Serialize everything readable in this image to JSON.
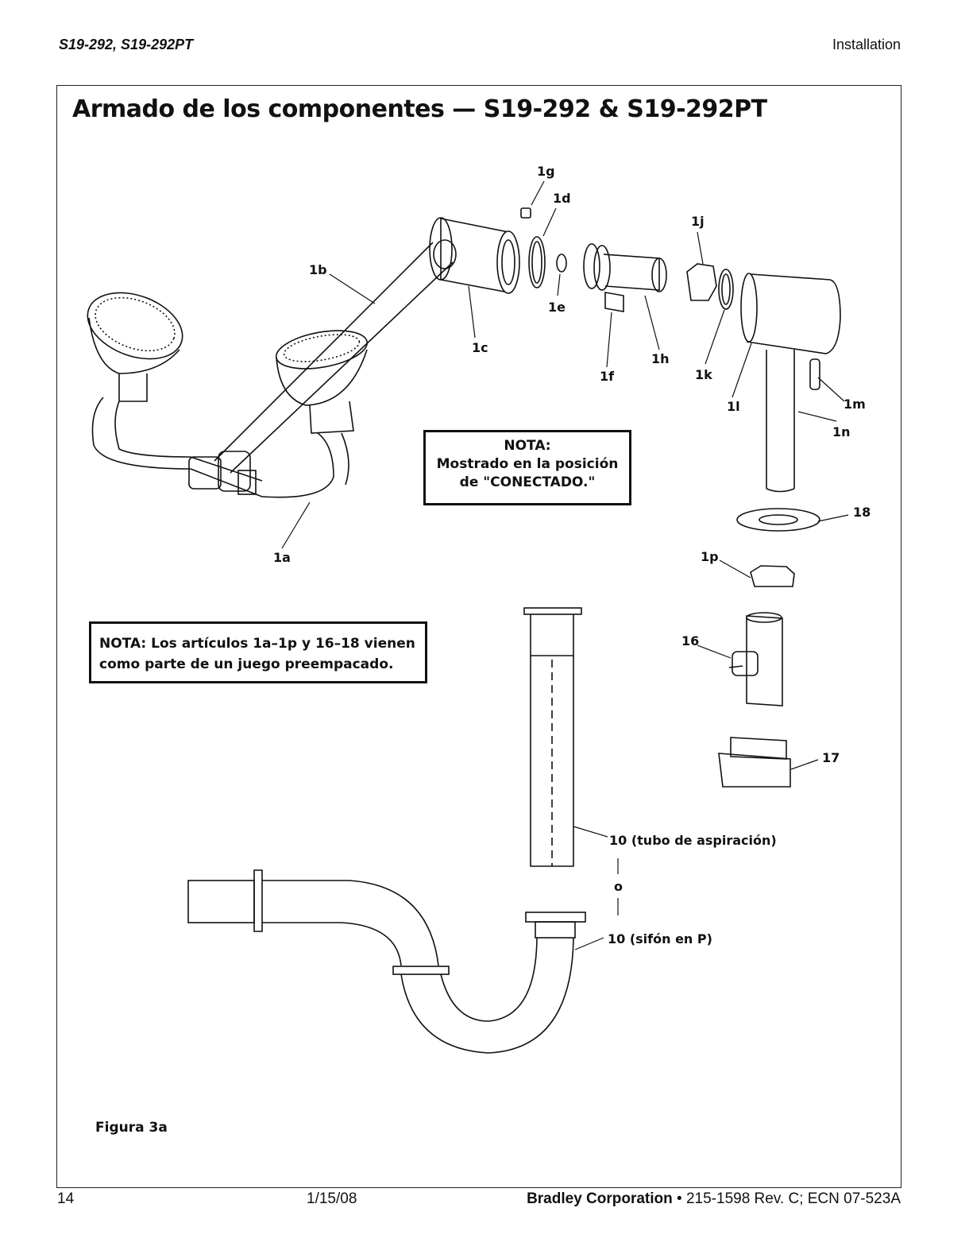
{
  "header": {
    "model": "S19-292, S19-292PT",
    "section": "Installation"
  },
  "title": "Armado de los componentes — S19-292 & S19-292PT",
  "labels": {
    "l1g": "1g",
    "l1d": "1d",
    "l1j": "1j",
    "l1b": "1b",
    "l1e": "1e",
    "l1c": "1c",
    "l1h": "1h",
    "l1f": "1f",
    "l1k": "1k",
    "l1l": "1l",
    "l1m": "1m",
    "l1n": "1n",
    "l18": "18",
    "l1a": "1a",
    "l1p": "1p",
    "l16": "16",
    "l17": "17",
    "l10a": "10 (tubo de aspiración)",
    "lo": "o",
    "l10b": "10 (sifón en P)"
  },
  "note_connected": {
    "line1": "NOTA:",
    "line2": "Mostrado en la posición",
    "line3": "de \"CONECTADO.\""
  },
  "note_kit": {
    "line1": "NOTA: Los artículos 1a–1p y 16–18 vienen",
    "line2": "como parte de un juego preempacado."
  },
  "figure_caption": "Figura 3a",
  "footer": {
    "page": "14",
    "date": "1/15/08",
    "company": "Bradley Corporation",
    "doc": " • 215-1598 Rev. C; ECN 07-523A"
  }
}
